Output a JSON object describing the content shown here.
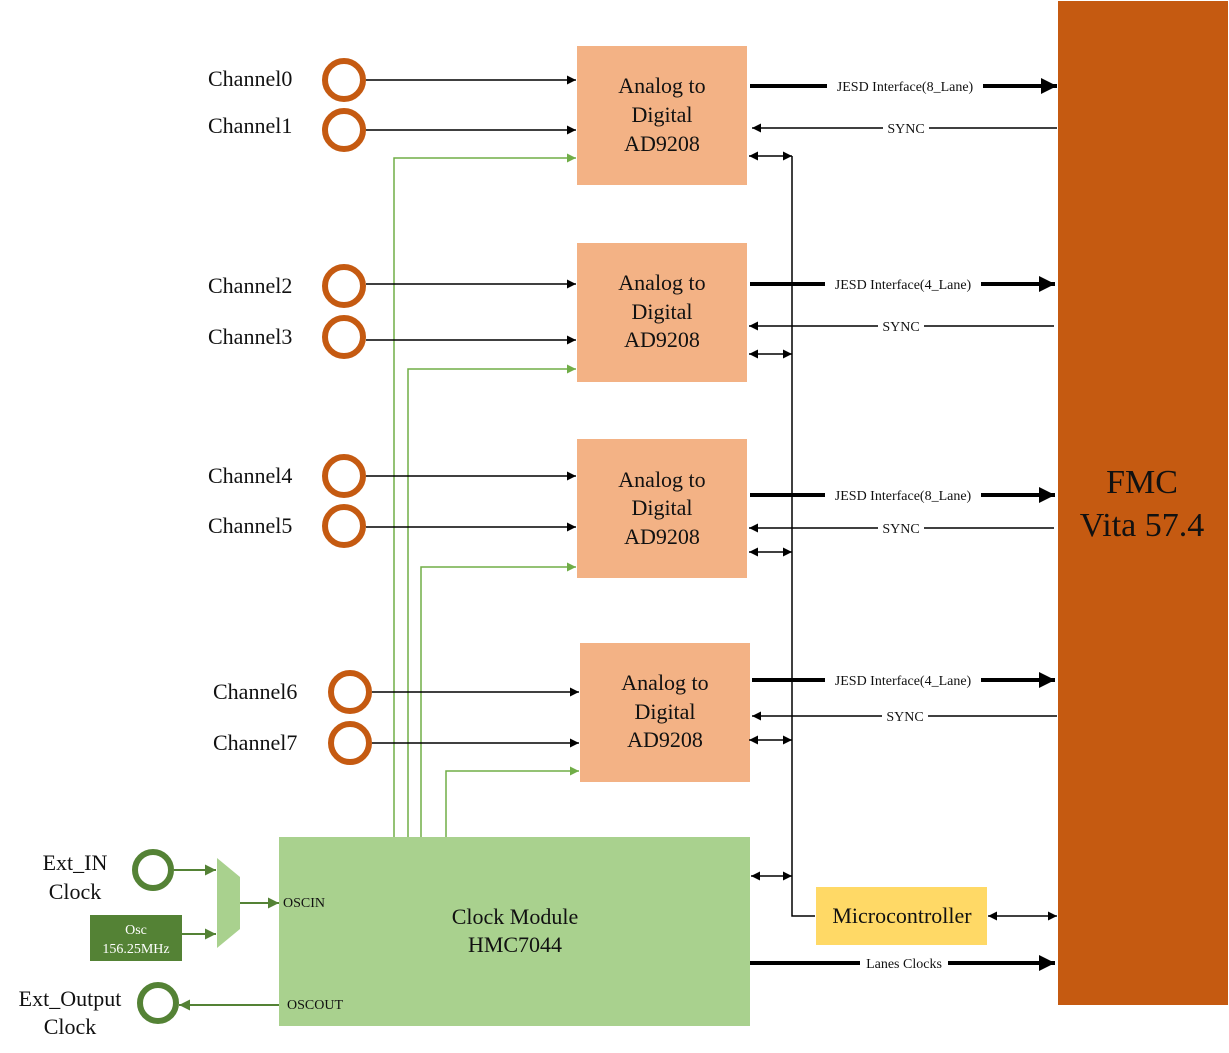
{
  "colors": {
    "adc_fill": "#F3B285",
    "fmc_fill": "#C55A11",
    "clock_fill": "#A9D18E",
    "mux_fill": "#A9D18E",
    "osc_fill": "#548235",
    "micro_fill": "#FFD966",
    "connector_orange": "#C55A11",
    "connector_green": "#548235",
    "green_line": "#70AD47",
    "line": "#000000"
  },
  "channels": [
    "Channel0",
    "Channel1",
    "Channel2",
    "Channel3",
    "Channel4",
    "Channel5",
    "Channel6",
    "Channel7"
  ],
  "adc": {
    "line1": "Analog to",
    "line2": "Digital",
    "line3": "AD9208"
  },
  "links": [
    {
      "jesd": "JESD Interface(8_Lane)",
      "sync": "SYNC"
    },
    {
      "jesd": "JESD Interface(4_Lane)",
      "sync": "SYNC"
    },
    {
      "jesd": "JESD Interface(8_Lane)",
      "sync": "SYNC"
    },
    {
      "jesd": "JESD Interface(4_Lane)",
      "sync": "SYNC"
    }
  ],
  "fmc": {
    "line1": "FMC",
    "line2": "Vita 57.4"
  },
  "clock_module": {
    "line1": "Clock Module",
    "line2": "HMC7044",
    "oscin": "OSCIN",
    "oscout": "OSCOUT"
  },
  "ext_in": {
    "line1": "Ext_IN",
    "line2": "Clock"
  },
  "osc": {
    "line1": "Osc",
    "line2": "156.25MHz"
  },
  "ext_out": {
    "line1": "Ext_Output",
    "line2": "Clock"
  },
  "microcontroller": "Microcontroller",
  "lanes_clocks": "Lanes Clocks"
}
